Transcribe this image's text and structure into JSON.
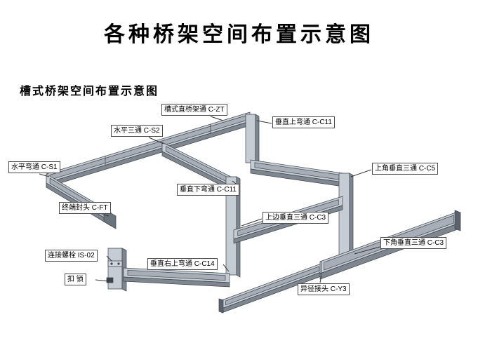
{
  "page": {
    "title": "各种桥架空间布置示意图",
    "subtitle": "槽式桥架空间布置示意图"
  },
  "labels": [
    {
      "id": "c-zt",
      "text": "槽式直桥架通 C-ZT"
    },
    {
      "id": "c-s2",
      "text": "水平三通 C-S2"
    },
    {
      "id": "c-c11-up",
      "text": "垂直上弯通 C-C11"
    },
    {
      "id": "c-s1",
      "text": "水平弯通 C-S1"
    },
    {
      "id": "c-c11-down",
      "text": "垂直下弯通 C-C11"
    },
    {
      "id": "c-c5",
      "text": "上角垂直三通 C-C5"
    },
    {
      "id": "c-ft",
      "text": "终端封头 C-FT"
    },
    {
      "id": "c-c3-upper",
      "text": "上边垂直三通 C-C3"
    },
    {
      "id": "is-02",
      "text": "连接螺栓 IS-02"
    },
    {
      "id": "c-c14",
      "text": "垂直右上弯通 C-C14"
    },
    {
      "id": "c-c3-lower",
      "text": "下角垂直三通 C-C3"
    },
    {
      "id": "kousuo",
      "text": "扣 锁"
    },
    {
      "id": "c-y3",
      "text": "异径接头 C-Y3"
    }
  ],
  "colors": {
    "tray_top": "#c6ccd4",
    "tray_side": "#7e8690",
    "tray_inner": "#a7aeb8",
    "tray_dark_end": "#5b626b",
    "endcap": "#6b737d",
    "outline": "#3d434b",
    "leader": "#333333",
    "label_border": "#4a4a4a",
    "text": "#000000"
  }
}
